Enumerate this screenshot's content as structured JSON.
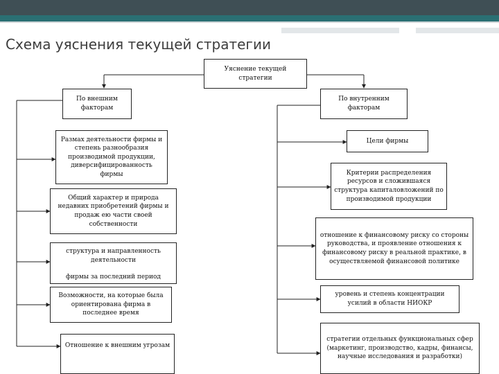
{
  "slide": {
    "title": "Схема уяснения текущей стратегии"
  },
  "diagram": {
    "root": "Уяснение текущей стратегии",
    "left": {
      "header": "По внешним факторам",
      "items": [
        "Размах деятельности фирмы и степень разнообразия производимой продукции, диверсифицированность фирмы",
        "Общий характер и природа недавних приобретений фирмы и продаж ею части своей собственности",
        {
          "line1": "структура и направленность деятельности",
          "line2": "фирмы за последний период"
        },
        "Возможности, на которые была ориентирована фирма в последнее время",
        "Отношение к внешним угрозам"
      ]
    },
    "right": {
      "header": "По внутренним факторам",
      "items": [
        "Цели фирмы",
        "Критерии распределения ресурсов и сложившаяся структура капиталовложений по производимой продукции",
        "отношение к финансовому риску со стороны руководства, и проявление отношения к финансовому риску в реальной практике, в осуществляемой финансовой политике",
        "уровень и степень концентрации усилий в области НИОКР",
        "стратегии отдельных функциональных сфер (маркетинг, производство, кадры, финансы, научные исследования и разработки)"
      ]
    }
  }
}
